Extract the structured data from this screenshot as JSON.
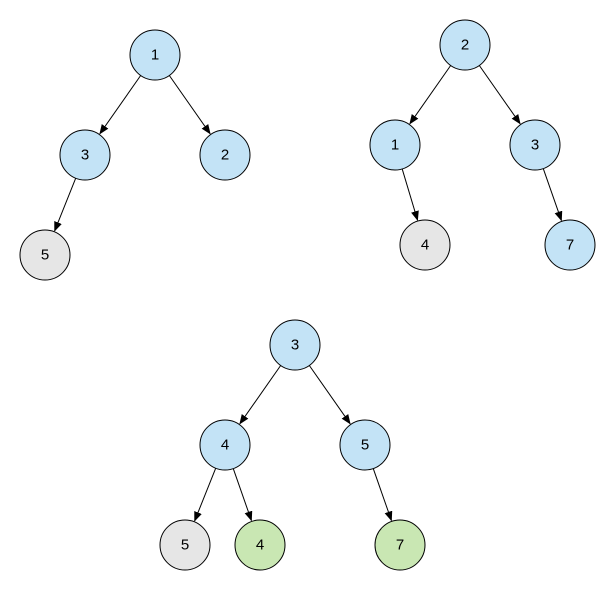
{
  "colors": {
    "blue": "#c3e3f6",
    "gray": "#e6e6e6",
    "green": "#c9e7b3",
    "stroke": "#000000"
  },
  "trees": [
    {
      "name": "tree-1",
      "nodes": [
        {
          "id": "a",
          "label": "1",
          "color": "blue"
        },
        {
          "id": "b",
          "label": "3",
          "color": "blue"
        },
        {
          "id": "c",
          "label": "2",
          "color": "blue"
        },
        {
          "id": "d",
          "label": "5",
          "color": "gray"
        }
      ],
      "edges": [
        [
          "a",
          "b"
        ],
        [
          "a",
          "c"
        ],
        [
          "b",
          "d"
        ]
      ]
    },
    {
      "name": "tree-2",
      "nodes": [
        {
          "id": "a",
          "label": "2",
          "color": "blue"
        },
        {
          "id": "b",
          "label": "1",
          "color": "blue"
        },
        {
          "id": "c",
          "label": "3",
          "color": "blue"
        },
        {
          "id": "d",
          "label": "4",
          "color": "gray"
        },
        {
          "id": "e",
          "label": "7",
          "color": "blue"
        }
      ],
      "edges": [
        [
          "a",
          "b"
        ],
        [
          "a",
          "c"
        ],
        [
          "b",
          "d"
        ],
        [
          "c",
          "e"
        ]
      ]
    },
    {
      "name": "tree-merged",
      "nodes": [
        {
          "id": "a",
          "label": "3",
          "color": "blue"
        },
        {
          "id": "b",
          "label": "4",
          "color": "blue"
        },
        {
          "id": "c",
          "label": "5",
          "color": "blue"
        },
        {
          "id": "d",
          "label": "5",
          "color": "gray"
        },
        {
          "id": "e",
          "label": "4",
          "color": "green"
        },
        {
          "id": "f",
          "label": "7",
          "color": "green"
        }
      ],
      "edges": [
        [
          "a",
          "b"
        ],
        [
          "a",
          "c"
        ],
        [
          "b",
          "d"
        ],
        [
          "b",
          "e"
        ],
        [
          "c",
          "f"
        ]
      ]
    }
  ]
}
